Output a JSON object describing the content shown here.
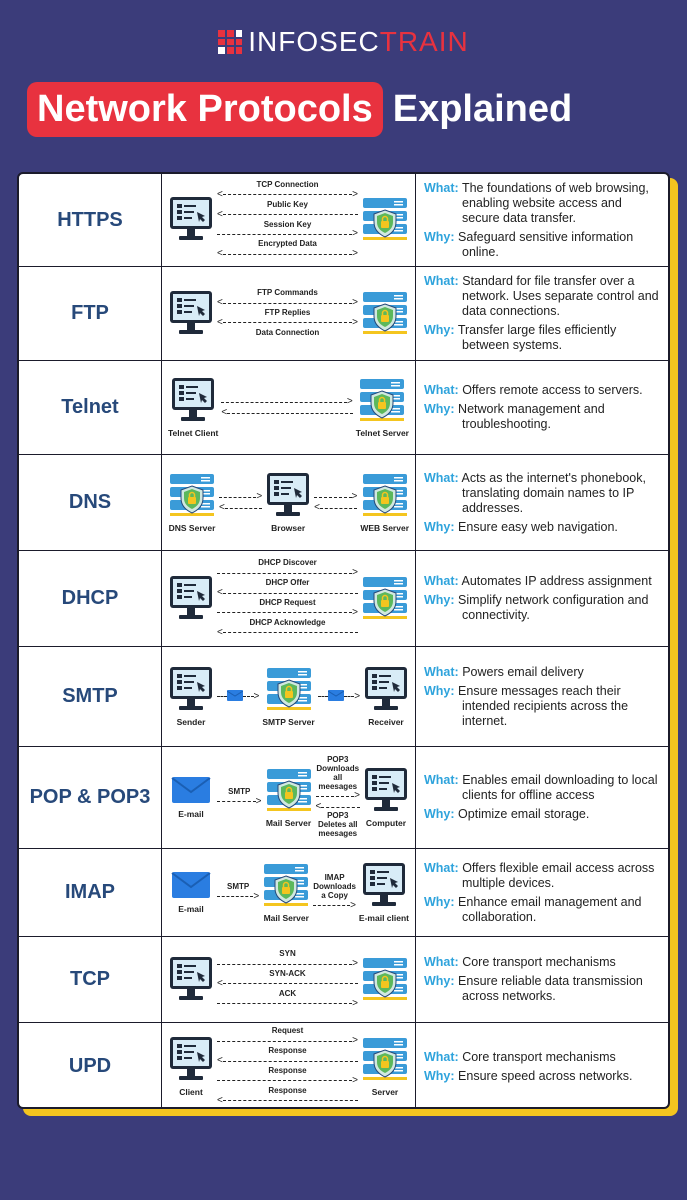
{
  "brand": {
    "name_a": "INFOSEC",
    "name_b": "TRAIN"
  },
  "title": {
    "highlight": "Network Protocols",
    "rest": "Explained"
  },
  "labels": {
    "what": "What:",
    "why": "Why:"
  },
  "colors": {
    "background": "#3b3c7a",
    "accent_red": "#e8323f",
    "protocol_text": "#27497a",
    "what_why": "#2ea3dc",
    "shadow": "#f4c51f"
  },
  "rows": [
    {
      "protocol": "HTTPS",
      "what": "The foundations of web browsing, enabling website access and secure data transfer.",
      "why": "Safeguard sensitive information online.",
      "nodes": [
        {
          "icon": "monitor",
          "label": ""
        },
        {
          "icon": "server",
          "label": ""
        }
      ],
      "segments": [
        [
          {
            "label": "TCP Connection",
            "dir": "both"
          },
          {
            "label": "Public Key",
            "dir": "left"
          },
          {
            "label": "Session Key",
            "dir": "right"
          },
          {
            "label": "Encrypted Data",
            "dir": "both"
          }
        ]
      ]
    },
    {
      "protocol": "FTP",
      "what": "Standard for file transfer over a network. Uses separate control and data connections.",
      "why": "Transfer large files efficiently between systems.",
      "nodes": [
        {
          "icon": "monitor",
          "label": ""
        },
        {
          "icon": "server",
          "label": ""
        }
      ],
      "segments": [
        [
          {
            "label": "FTP Commands",
            "dir": "both"
          },
          {
            "label": "FTP Replies",
            "dir": "both"
          },
          {
            "label": "Data Connection",
            "dir": "none"
          }
        ]
      ]
    },
    {
      "protocol": "Telnet",
      "what": "Offers remote access to servers.",
      "why": "Network management and troubleshooting.",
      "nodes": [
        {
          "icon": "monitor",
          "label": "Telnet Client"
        },
        {
          "icon": "server",
          "label": "Telnet Server"
        }
      ],
      "segments": [
        [
          {
            "label": "",
            "dir": "right"
          },
          {
            "label": "",
            "dir": "left"
          }
        ]
      ]
    },
    {
      "protocol": "DNS",
      "what": "Acts as the internet's phonebook, translating domain names to IP addresses.",
      "why": "Ensure easy web navigation.",
      "nodes": [
        {
          "icon": "server",
          "label": "DNS Server"
        },
        {
          "icon": "monitor",
          "label": "Browser"
        },
        {
          "icon": "server",
          "label": "WEB Server"
        }
      ],
      "segments": [
        [
          {
            "label": "",
            "dir": "right"
          },
          {
            "label": "",
            "dir": "left"
          }
        ],
        [
          {
            "label": "",
            "dir": "right"
          },
          {
            "label": "",
            "dir": "left"
          }
        ]
      ]
    },
    {
      "protocol": "DHCP",
      "what": "Automates IP address assignment",
      "why": "Simplify network configuration and connectivity.",
      "nodes": [
        {
          "icon": "monitor",
          "label": ""
        },
        {
          "icon": "server",
          "label": ""
        }
      ],
      "segments": [
        [
          {
            "label": "DHCP Discover",
            "dir": "right"
          },
          {
            "label": "DHCP Offer",
            "dir": "left"
          },
          {
            "label": "DHCP Request",
            "dir": "right"
          },
          {
            "label": "DHCP Acknowledge",
            "dir": "left"
          }
        ]
      ]
    },
    {
      "protocol": "SMTP",
      "what": "Powers email delivery",
      "why": "Ensure messages reach their intended recipients across the internet.",
      "nodes": [
        {
          "icon": "monitor",
          "label": "Sender"
        },
        {
          "icon": "server",
          "label": "SMTP Server"
        },
        {
          "icon": "monitor",
          "label": "Receiver"
        }
      ],
      "segments": [
        [
          {
            "label": "",
            "dir": "right",
            "mail": true
          }
        ],
        [
          {
            "label": "",
            "dir": "right",
            "mail": true
          }
        ]
      ]
    },
    {
      "protocol": "POP & POP3",
      "what": "Enables email downloading to local clients for offline access",
      "why": "Optimize email storage.",
      "nodes": [
        {
          "icon": "email",
          "label": "E-mail"
        },
        {
          "icon": "server",
          "label": "Mail Server"
        },
        {
          "icon": "monitor",
          "label": "Computer"
        }
      ],
      "segments": [
        [
          {
            "label": "SMTP",
            "dir": "right"
          }
        ],
        [
          {
            "label": "POP3 Downloads all meesages",
            "dir": "right"
          },
          {
            "label": "POP3 Deletes all meesages",
            "dir": "left",
            "below": true
          }
        ]
      ]
    },
    {
      "protocol": "IMAP",
      "what": "Offers flexible email access across multiple devices.",
      "why": "Enhance email management and collaboration.",
      "nodes": [
        {
          "icon": "email",
          "label": "E-mail"
        },
        {
          "icon": "server",
          "label": "Mail Server"
        },
        {
          "icon": "monitor",
          "label": "E-mail client"
        }
      ],
      "segments": [
        [
          {
            "label": "SMTP",
            "dir": "right"
          }
        ],
        [
          {
            "label": "IMAP Downloads a Copy",
            "dir": "right"
          }
        ]
      ]
    },
    {
      "protocol": "TCP",
      "what": "Core transport mechanisms",
      "why": "Ensure reliable data transmission across networks.",
      "nodes": [
        {
          "icon": "monitor",
          "label": ""
        },
        {
          "icon": "server",
          "label": ""
        }
      ],
      "segments": [
        [
          {
            "label": "SYN",
            "dir": "right"
          },
          {
            "label": "SYN-ACK",
            "dir": "left"
          },
          {
            "label": "ACK",
            "dir": "right"
          }
        ]
      ]
    },
    {
      "protocol": "UPD",
      "what": "Core transport mechanisms",
      "why": "Ensure speed across networks.",
      "nodes": [
        {
          "icon": "monitor",
          "label": "Client"
        },
        {
          "icon": "server",
          "label": "Server"
        }
      ],
      "segments": [
        [
          {
            "label": "Request",
            "dir": "right"
          },
          {
            "label": "Response",
            "dir": "left"
          },
          {
            "label": "Response",
            "dir": "right"
          },
          {
            "label": "Response",
            "dir": "left"
          }
        ]
      ]
    }
  ]
}
